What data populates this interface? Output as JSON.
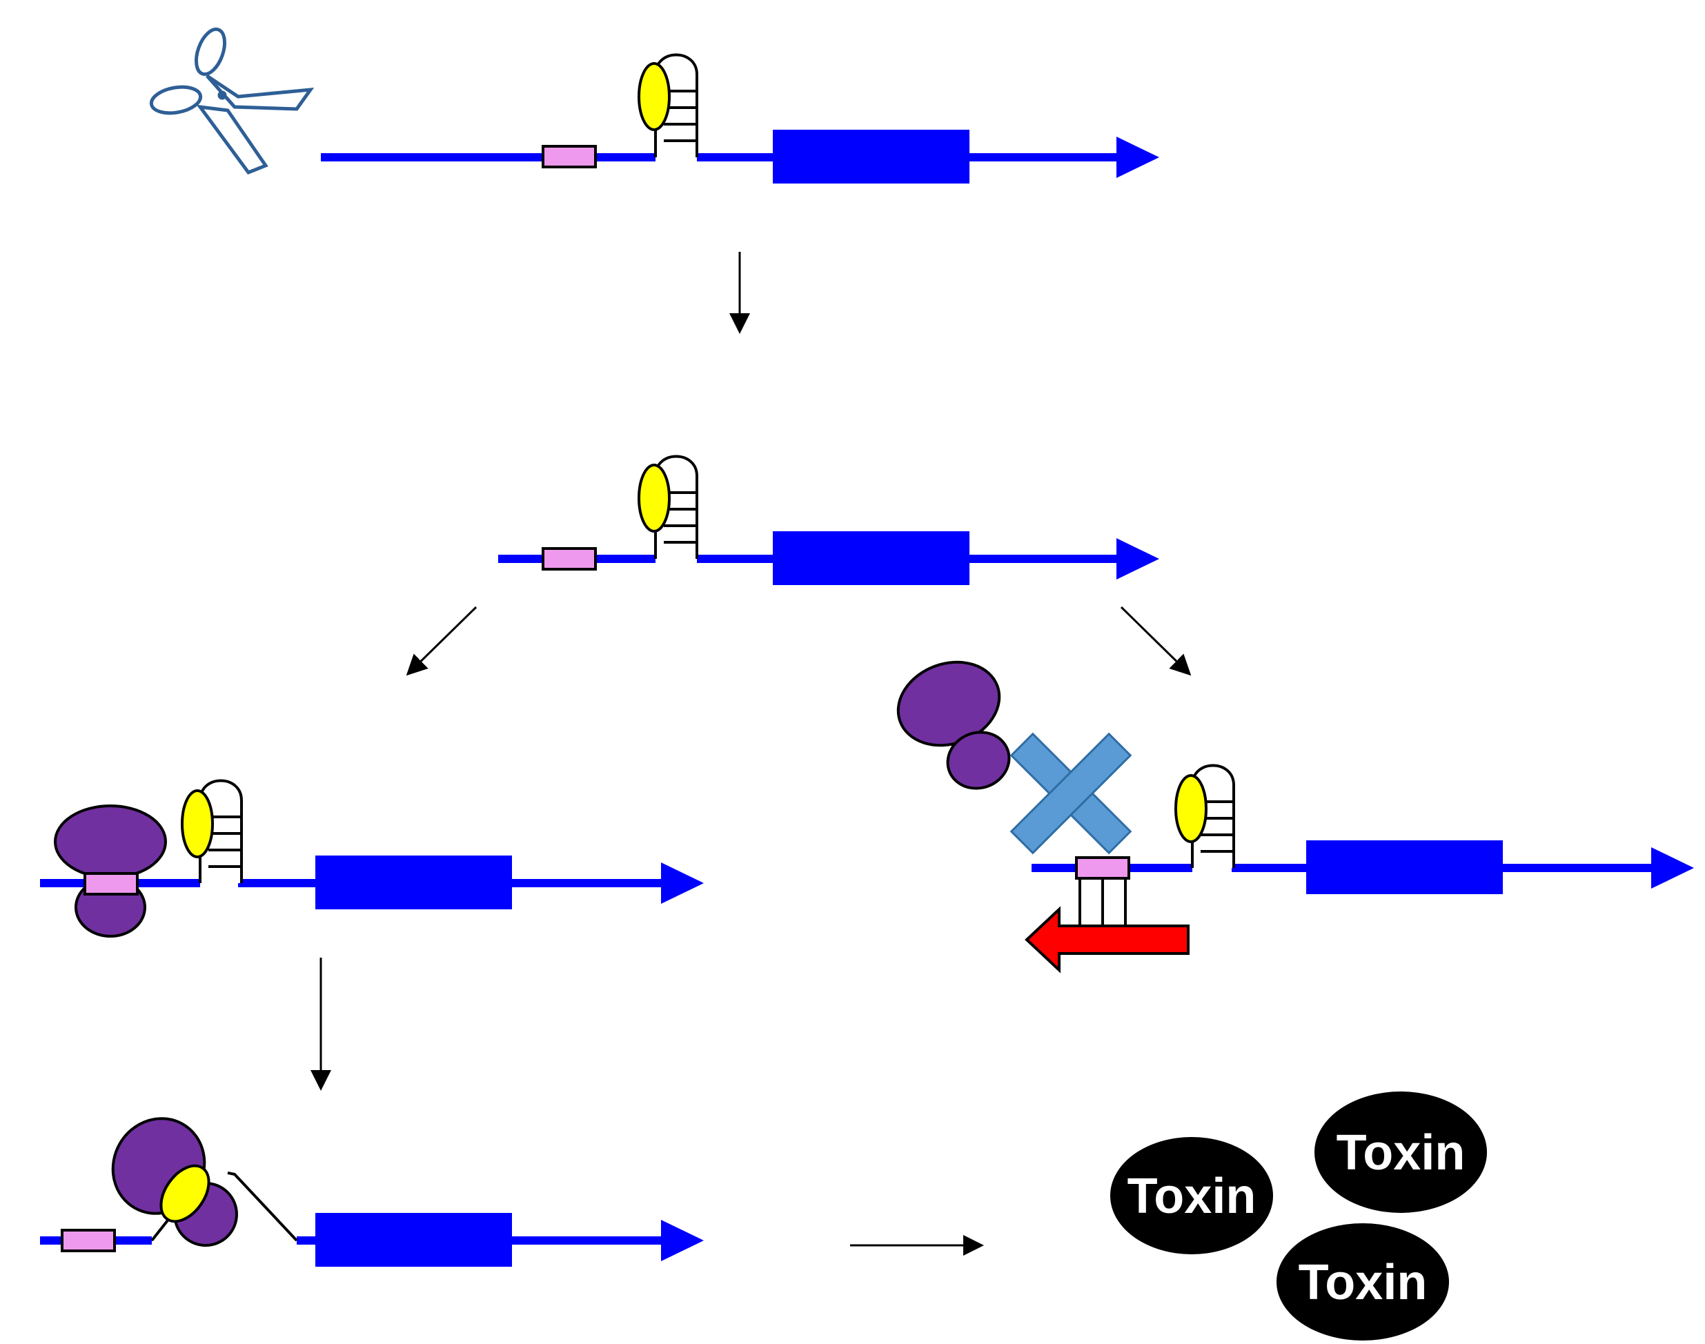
{
  "colors": {
    "mrna": "#0000ff",
    "rbs": "#ee99ee",
    "loop_factor": "#ffff00",
    "ribosome": "#7030a0",
    "block_x": "#5b9bd5",
    "antisense_arrow": "#ff0000",
    "toxin": "#000000",
    "toxin_text": "#ffffff",
    "scissors": "#2e5f96"
  },
  "icons": {
    "scissors": "scissors-icon",
    "block": "cross-mark-icon"
  },
  "toxins": [
    {
      "label": "Toxin"
    },
    {
      "label": "Toxin"
    },
    {
      "label": "Toxin"
    }
  ]
}
